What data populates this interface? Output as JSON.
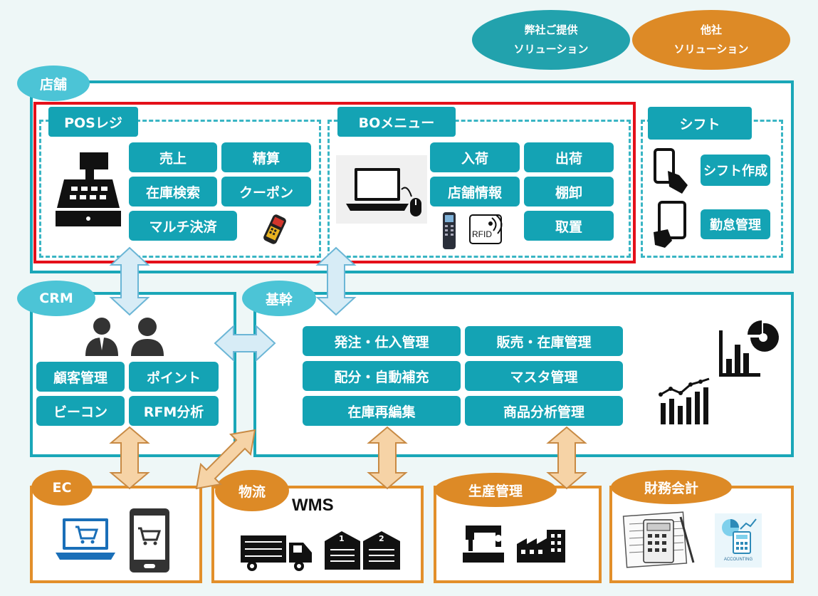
{
  "legend": {
    "in_house_line1": "弊社ご提供",
    "in_house_line2": "ソリューション",
    "other_line1": "他社",
    "other_line2": "ソリューション"
  },
  "store": {
    "label": "店舗",
    "pos": {
      "title": "POSレジ",
      "buttons": [
        "売上",
        "精算",
        "在庫検索",
        "クーポン",
        "マルチ決済"
      ]
    },
    "bo": {
      "title": "BOメニュー",
      "buttons": [
        "入荷",
        "出荷",
        "店舗情報",
        "棚卸",
        "取置"
      ],
      "rfid_label": "RFID"
    },
    "shift": {
      "title": "シフト",
      "buttons": [
        "シフト作成",
        "勤怠管理"
      ]
    }
  },
  "crm": {
    "label": "CRM",
    "buttons": [
      "顧客管理",
      "ポイント",
      "ビーコン",
      "RFM分析"
    ]
  },
  "core": {
    "label": "基幹",
    "buttons": [
      "発注・仕入管理",
      "販売・在庫管理",
      "配分・自動補充",
      "マスタ管理",
      "在庫再編集",
      "商品分析管理"
    ]
  },
  "ec": {
    "label": "EC"
  },
  "logistics": {
    "label": "物流",
    "wms": "WMS",
    "warehouse_numbers": [
      "1",
      "2"
    ]
  },
  "production": {
    "label": "生産管理"
  },
  "finance": {
    "label": "財務会計",
    "accounting_caption": "ACCOUNTING"
  },
  "colors": {
    "teal": "#14a3b4",
    "teal_light": "#4cc4d6",
    "orange": "#dd8a26",
    "red": "#e4101a"
  }
}
